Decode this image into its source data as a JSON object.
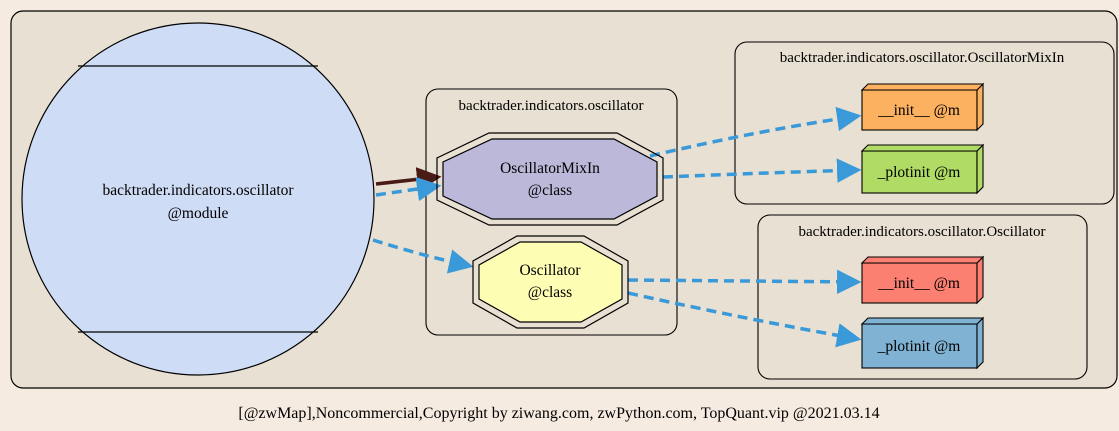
{
  "colors": {
    "background": "#f6ebe1",
    "graph_fill": "#e8e0d2",
    "module_fill": "#cfdcf5",
    "mixin_class_fill": "#bbb8d9",
    "oscillator_class_fill": "#fdfdb3",
    "mixin_init_fill": "#fbb15f",
    "mixin_plotinit_fill": "#b0db64",
    "osc_init_fill": "#fb8071",
    "osc_plotinit_fill": "#80b2d4",
    "edge_dashed": "#3a9ad9",
    "edge_solid": "#4a1a14"
  },
  "module": {
    "name": "backtrader.indicators.oscillator",
    "kind": "@module"
  },
  "clusters": {
    "module_cluster": {
      "label": "backtrader.indicators.oscillator"
    },
    "mixin_cluster": {
      "label": "backtrader.indicators.oscillator.OscillatorMixIn"
    },
    "oscillator_cluster": {
      "label": "backtrader.indicators.oscillator.Oscillator"
    }
  },
  "classes": {
    "mixin": {
      "name": "OscillatorMixIn",
      "kind": "@class"
    },
    "oscillator": {
      "name": "Oscillator",
      "kind": "@class"
    }
  },
  "methods": {
    "mixin_init": {
      "label": "__init__ @m"
    },
    "mixin_plotinit": {
      "label": "_plotinit @m"
    },
    "osc_init": {
      "label": "__init__ @m"
    },
    "osc_plotinit": {
      "label": "_plotinit @m"
    }
  },
  "footer": {
    "text": "[@zwMap],Noncommercial,Copyright by ziwang.com, zwPython.com, TopQuant.vip @2021.03.14"
  }
}
